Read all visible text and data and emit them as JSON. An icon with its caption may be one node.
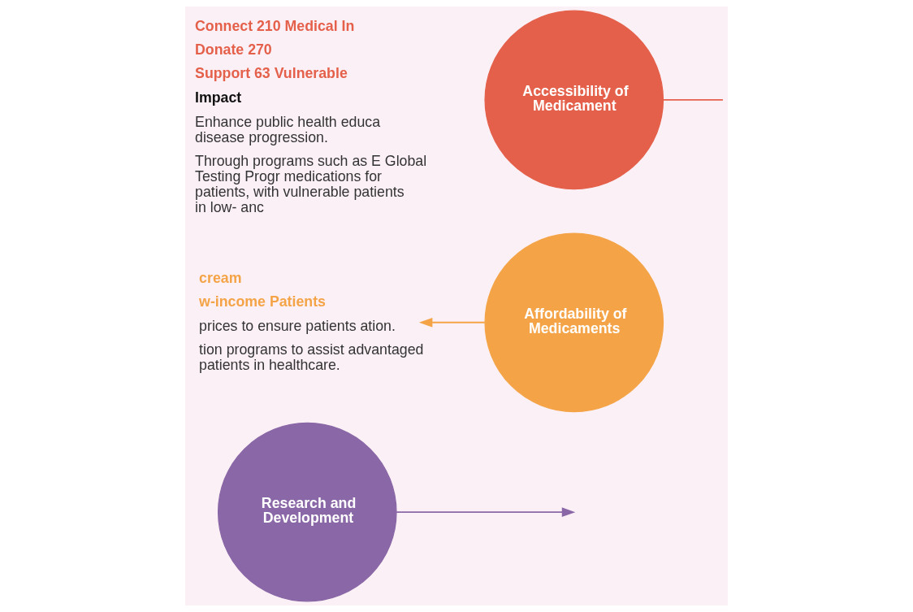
{
  "diagram": {
    "nodes": [
      {
        "text": [
          "Research and Development"
        ]
      },
      {
        "text": [
          "Affordability of Medicaments"
        ]
      },
      {
        "text": [
          "Accessibility of Medicament"
        ]
      },
      {
        "text": [
          "cream",
          "w-income Patients",
          "prices to ensure patients ation.",
          "tion programs to assist advantaged patients in healthcare."
        ]
      },
      {
        "text": [
          "Connect 210 Medical In",
          "Donate 270",
          "Support 63 Vulnerable",
          "Impact",
          "Enhance public health educa disease progression.",
          "Through programs such as E Global Testing Progr medications for patients, with vulnerable patients in low- anc"
        ]
      }
    ],
    "edges": [
      {
        "from": 0,
        "to": null,
        "arrow": "to",
        "color": "#8a67a6"
      },
      {
        "from": 1,
        "to": 3,
        "arrow": "to",
        "color": "#f4a447"
      },
      {
        "from": 2,
        "to": null,
        "arrow": "none",
        "color": "#e4604a"
      }
    ]
  }
}
